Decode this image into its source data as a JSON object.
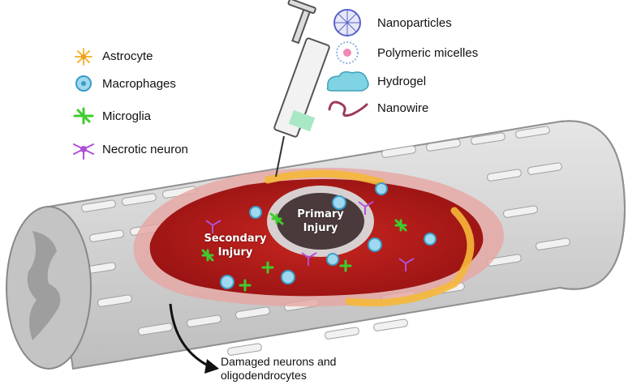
{
  "legend_left": [
    {
      "label": "Astrocyte",
      "icon": "astrocyte-icon",
      "color": "#f5b83a"
    },
    {
      "label": "Macrophages",
      "icon": "macrophage-icon",
      "color": "#6cc5e8"
    },
    {
      "label": "Microglia",
      "icon": "microglia-icon",
      "color": "#3fcc2e"
    },
    {
      "label": "Necrotic neuron",
      "icon": "necrotic-neuron-icon",
      "color": "#b050d8"
    }
  ],
  "legend_right": [
    {
      "label": "Nanoparticles",
      "icon": "nanoparticle-icon",
      "color": "#5a63c8"
    },
    {
      "label": "Polymeric micelles",
      "icon": "micelle-icon",
      "color": "#e0558a"
    },
    {
      "label": "Hydrogel",
      "icon": "hydrogel-icon",
      "color": "#5bc4d8"
    },
    {
      "label": "Nanowire",
      "icon": "nanowire-icon",
      "color": "#9c3a5a"
    }
  ],
  "regions": {
    "primary_line1": "Primary",
    "primary_line2": "Injury",
    "secondary_line1": "Secondary",
    "secondary_line2": "Injury"
  },
  "outcome": {
    "line1": "Damaged neurons and",
    "line2": "oligodendrocytes"
  },
  "colors": {
    "cord": "#d3d3d3",
    "injury_red": "#b81c1c",
    "primary_core": "#4a3a3c"
  }
}
